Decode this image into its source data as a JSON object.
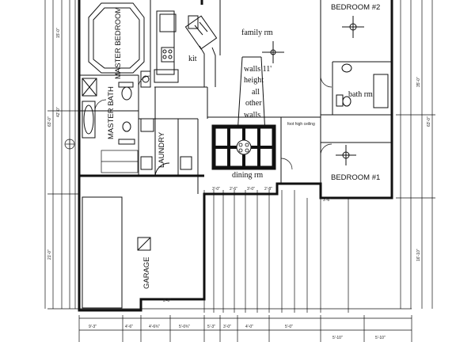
{
  "rooms": {
    "master_bedroom": "MASTER BEDROOM",
    "master_bath": "MASTER BATH",
    "bedroom2": "BEDROOM #2",
    "bedroom1": "BEDROOM #1",
    "bath": "bath rm",
    "family": "family rm",
    "kitchen": "kit",
    "laundry": "LAUNDRY",
    "garage": "GARAGE",
    "dining": "dining rm"
  },
  "notes": {
    "ceiling_lines": [
      "walls 11'",
      "height",
      "all",
      "other",
      "walls"
    ],
    "foot_note": "foot high ceiling"
  },
  "dimensions": {
    "left_outer": "63'-0\"",
    "right_outer": "63'-0\"",
    "left_mid": "42'-0\"",
    "left_upper": "15'-0\"",
    "left_lower": "21'-0\"",
    "garage_right": "16'-10\"",
    "right_upper": "35'-0\"",
    "bottom": [
      "9'-3\"",
      "4'-6\"",
      "4'-6¾\"",
      "5'-0¾\"",
      "5'-3\"",
      "3'-0\"",
      "4'-0\"",
      "5'-0\"",
      "5'-10\"",
      "5'-10\""
    ],
    "misc": [
      "3'-0\"",
      "2'-6\"",
      "3'-0\"",
      "2'-8\"",
      "3'-6\"",
      "3'-0\""
    ]
  }
}
